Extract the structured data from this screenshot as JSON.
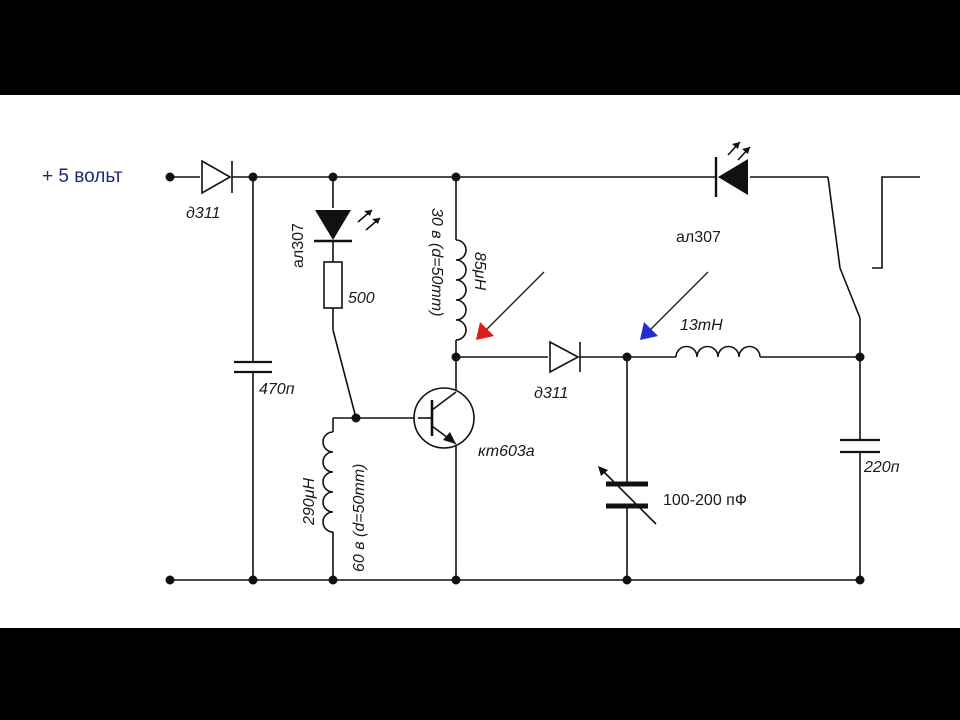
{
  "supply_label": "+ 5 вольт",
  "components": {
    "diode_input": "д311",
    "diode_mid": "д311",
    "led_left": "ал307",
    "led_right": "ал307",
    "resistor": "500",
    "cap_left": "470п",
    "cap_right": "220п",
    "coil_top_turns": "30 в (d=50mm)",
    "coil_top_ind": "85μН",
    "coil_bottom_ind": "290μН",
    "coil_bottom_turns": "60 в (d=50mm)",
    "transistor": "кт603а",
    "inductor_right": "13mН",
    "var_cap": "100-200 пФ"
  },
  "colors": {
    "background": "#000000",
    "canvas": "#ffffff",
    "arrow_red": "#e01b1b",
    "arrow_blue": "#2030d0"
  }
}
